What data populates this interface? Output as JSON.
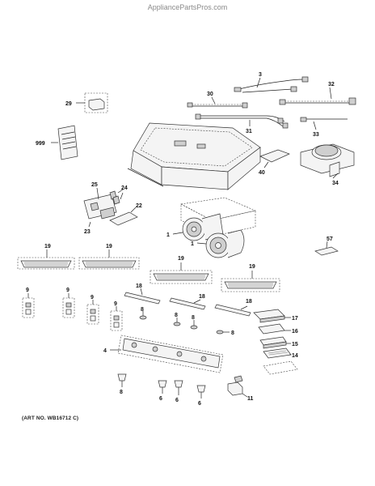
{
  "watermark": "AppliancePartsPros.com",
  "art_number": "(ART NO. WB16712 C)",
  "callouts": {
    "p3": "3",
    "p32": "32",
    "p30": "30",
    "p29": "29",
    "p31": "31",
    "p33": "33",
    "p999": "999",
    "p40": "40",
    "p34": "34",
    "p25": "25",
    "p24": "24",
    "p22": "22",
    "p23": "23",
    "p1a": "1",
    "p1b": "1",
    "p57": "57",
    "p19a": "19",
    "p19b": "19",
    "p19c": "19",
    "p19d": "19",
    "p9a": "9",
    "p9b": "9",
    "p9c": "9",
    "p9d": "9",
    "p18a": "18",
    "p18b": "18",
    "p18c": "18",
    "p8a": "8",
    "p8b": "8",
    "p8c": "8",
    "p8d": "8",
    "p8e": "8",
    "p17": "17",
    "p16": "16",
    "p15": "15",
    "p14": "14",
    "p4": "4",
    "p6a": "6",
    "p6b": "6",
    "p6c": "6",
    "p11": "11"
  }
}
